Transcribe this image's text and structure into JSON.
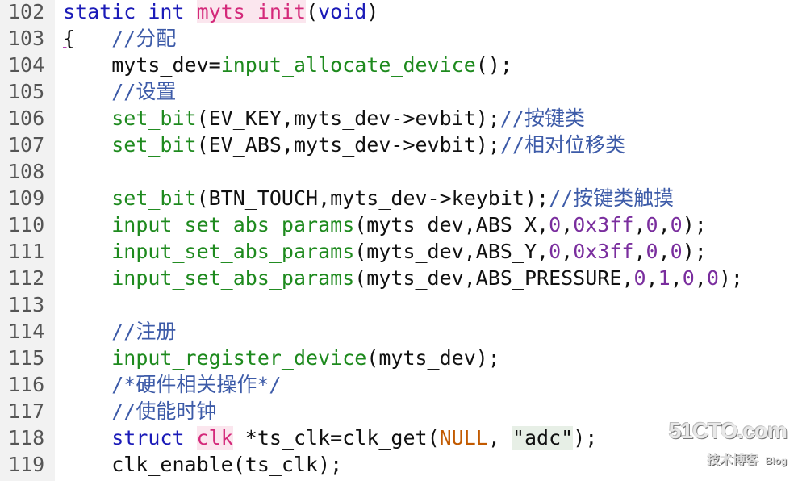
{
  "editor": {
    "lines": [
      {
        "n": "102",
        "segments": [
          {
            "t": "static",
            "c": "kw"
          },
          {
            "t": " ",
            "c": "pl"
          },
          {
            "t": "int",
            "c": "kw"
          },
          {
            "t": " ",
            "c": "pl"
          },
          {
            "t": "myts_init",
            "c": "fnhl"
          },
          {
            "t": "(",
            "c": "pl"
          },
          {
            "t": "void",
            "c": "kw"
          },
          {
            "t": ")",
            "c": "pl"
          }
        ]
      },
      {
        "n": "103",
        "segments": [
          {
            "t": "{",
            "c": "pl brace"
          },
          {
            "t": "   ",
            "c": "pl"
          },
          {
            "t": "//分配",
            "c": "cm"
          }
        ]
      },
      {
        "n": "104",
        "segments": [
          {
            "t": "    ",
            "c": "pl"
          },
          {
            "t": "myts_dev=",
            "c": "pl"
          },
          {
            "t": "input_allocate_device",
            "c": "fn"
          },
          {
            "t": "();",
            "c": "pl"
          }
        ]
      },
      {
        "n": "105",
        "segments": [
          {
            "t": "    ",
            "c": "pl"
          },
          {
            "t": "//设置",
            "c": "cm"
          }
        ]
      },
      {
        "n": "106",
        "segments": [
          {
            "t": "    ",
            "c": "pl"
          },
          {
            "t": "set_bit",
            "c": "fn"
          },
          {
            "t": "(EV_KEY,myts_dev->evbit);",
            "c": "pl"
          },
          {
            "t": "//按键类",
            "c": "cm"
          }
        ]
      },
      {
        "n": "107",
        "segments": [
          {
            "t": "    ",
            "c": "pl"
          },
          {
            "t": "set_bit",
            "c": "fn"
          },
          {
            "t": "(EV_ABS,myts_dev->evbit);",
            "c": "pl"
          },
          {
            "t": "//相对位移类",
            "c": "cm"
          }
        ]
      },
      {
        "n": "108",
        "segments": []
      },
      {
        "n": "109",
        "segments": [
          {
            "t": "    ",
            "c": "pl"
          },
          {
            "t": "set_bit",
            "c": "fn"
          },
          {
            "t": "(BTN_TOUCH,myts_dev->keybit);",
            "c": "pl"
          },
          {
            "t": "//按键类触摸",
            "c": "cm"
          }
        ]
      },
      {
        "n": "110",
        "segments": [
          {
            "t": "    ",
            "c": "pl"
          },
          {
            "t": "input_set_abs_params",
            "c": "fn"
          },
          {
            "t": "(myts_dev,ABS_X,",
            "c": "pl"
          },
          {
            "t": "0",
            "c": "num"
          },
          {
            "t": ",",
            "c": "pl"
          },
          {
            "t": "0x3ff",
            "c": "num"
          },
          {
            "t": ",",
            "c": "pl"
          },
          {
            "t": "0",
            "c": "num"
          },
          {
            "t": ",",
            "c": "pl"
          },
          {
            "t": "0",
            "c": "num"
          },
          {
            "t": ");",
            "c": "pl"
          }
        ]
      },
      {
        "n": "111",
        "segments": [
          {
            "t": "    ",
            "c": "pl"
          },
          {
            "t": "input_set_abs_params",
            "c": "fn"
          },
          {
            "t": "(myts_dev,ABS_Y,",
            "c": "pl"
          },
          {
            "t": "0",
            "c": "num"
          },
          {
            "t": ",",
            "c": "pl"
          },
          {
            "t": "0x3ff",
            "c": "num"
          },
          {
            "t": ",",
            "c": "pl"
          },
          {
            "t": "0",
            "c": "num"
          },
          {
            "t": ",",
            "c": "pl"
          },
          {
            "t": "0",
            "c": "num"
          },
          {
            "t": ");",
            "c": "pl"
          }
        ]
      },
      {
        "n": "112",
        "segments": [
          {
            "t": "    ",
            "c": "pl"
          },
          {
            "t": "input_set_abs_params",
            "c": "fn"
          },
          {
            "t": "(myts_dev,ABS_PRESSURE,",
            "c": "pl"
          },
          {
            "t": "0",
            "c": "num"
          },
          {
            "t": ",",
            "c": "pl"
          },
          {
            "t": "1",
            "c": "num"
          },
          {
            "t": ",",
            "c": "pl"
          },
          {
            "t": "0",
            "c": "num"
          },
          {
            "t": ",",
            "c": "pl"
          },
          {
            "t": "0",
            "c": "num"
          },
          {
            "t": ");",
            "c": "pl"
          }
        ]
      },
      {
        "n": "113",
        "segments": []
      },
      {
        "n": "114",
        "segments": [
          {
            "t": "    ",
            "c": "pl"
          },
          {
            "t": "//注册",
            "c": "cm"
          }
        ]
      },
      {
        "n": "115",
        "segments": [
          {
            "t": "    ",
            "c": "pl"
          },
          {
            "t": "input_register_device",
            "c": "fn"
          },
          {
            "t": "(myts_dev);",
            "c": "pl"
          }
        ]
      },
      {
        "n": "116",
        "segments": [
          {
            "t": "    ",
            "c": "pl"
          },
          {
            "t": "/*硬件相关操作*/",
            "c": "cm"
          }
        ]
      },
      {
        "n": "117",
        "segments": [
          {
            "t": "    ",
            "c": "pl"
          },
          {
            "t": "//使能时钟",
            "c": "cm"
          }
        ]
      },
      {
        "n": "118",
        "segments": [
          {
            "t": "    ",
            "c": "pl"
          },
          {
            "t": "struct",
            "c": "kw"
          },
          {
            "t": " ",
            "c": "pl"
          },
          {
            "t": "clk",
            "c": "fnhl"
          },
          {
            "t": " *ts_clk=clk_get(",
            "c": "pl"
          },
          {
            "t": "NULL",
            "c": "null"
          },
          {
            "t": ", ",
            "c": "pl"
          },
          {
            "t": "\"adc\"",
            "c": "str"
          },
          {
            "t": ");",
            "c": "pl"
          }
        ]
      },
      {
        "n": "119",
        "segments": [
          {
            "t": "    ",
            "c": "pl"
          },
          {
            "t": "clk_enable(ts_clk);",
            "c": "pl"
          }
        ]
      }
    ]
  },
  "watermark": {
    "top": "51CTO.com",
    "bottom": "技术博客",
    "blog": "Blog"
  },
  "colors": {
    "keyword": "#1b1bb8",
    "function": "#1e8a1e",
    "comment": "#3d5ba8",
    "number": "#7a2e9e",
    "null": "#c25a00"
  }
}
